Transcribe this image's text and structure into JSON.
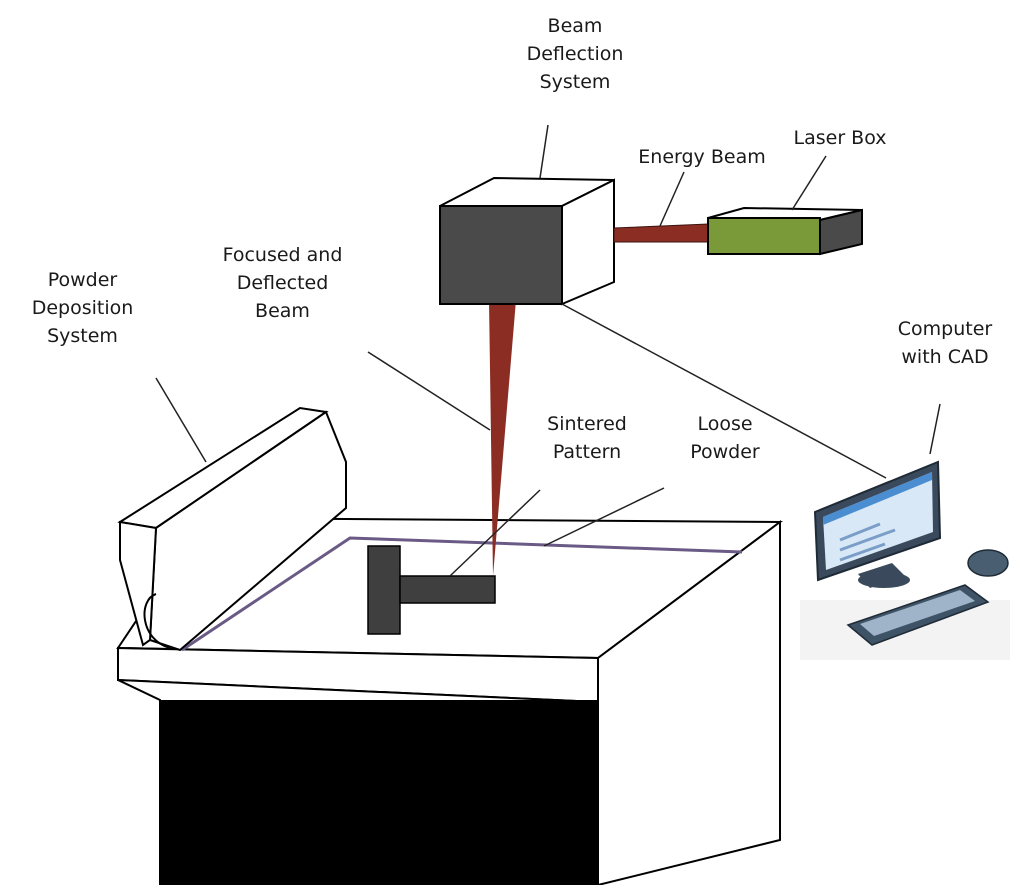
{
  "colors": {
    "beam": "#8b2d23",
    "laser_box": "#7a9a3a",
    "deflection_box": "#4a4a4a",
    "sintered_pattern": "#3f3f3f",
    "powder_outline": "#6a5a86",
    "monitor_frame": "#3a4a5c",
    "monitor_screen": "#d8e8f6",
    "keyboard": "#3e5366"
  },
  "icons": {
    "computer": "desktop-computer-icon",
    "mouse": "mouse-icon",
    "keyboard": "keyboard-icon"
  },
  "labels": {
    "beam_deflection": [
      "Beam",
      "Deflection",
      "System"
    ],
    "energy_beam": "Energy Beam",
    "laser_box": "Laser Box",
    "focused_beam": [
      "Focused and",
      "Deflected",
      "Beam"
    ],
    "powder_deposition": [
      "Powder",
      "Deposition",
      "System"
    ],
    "computer": [
      "Computer",
      "with CAD"
    ],
    "sintered_pattern": [
      "Sintered",
      "Pattern"
    ],
    "loose_powder": [
      "Loose",
      "Powder"
    ]
  }
}
